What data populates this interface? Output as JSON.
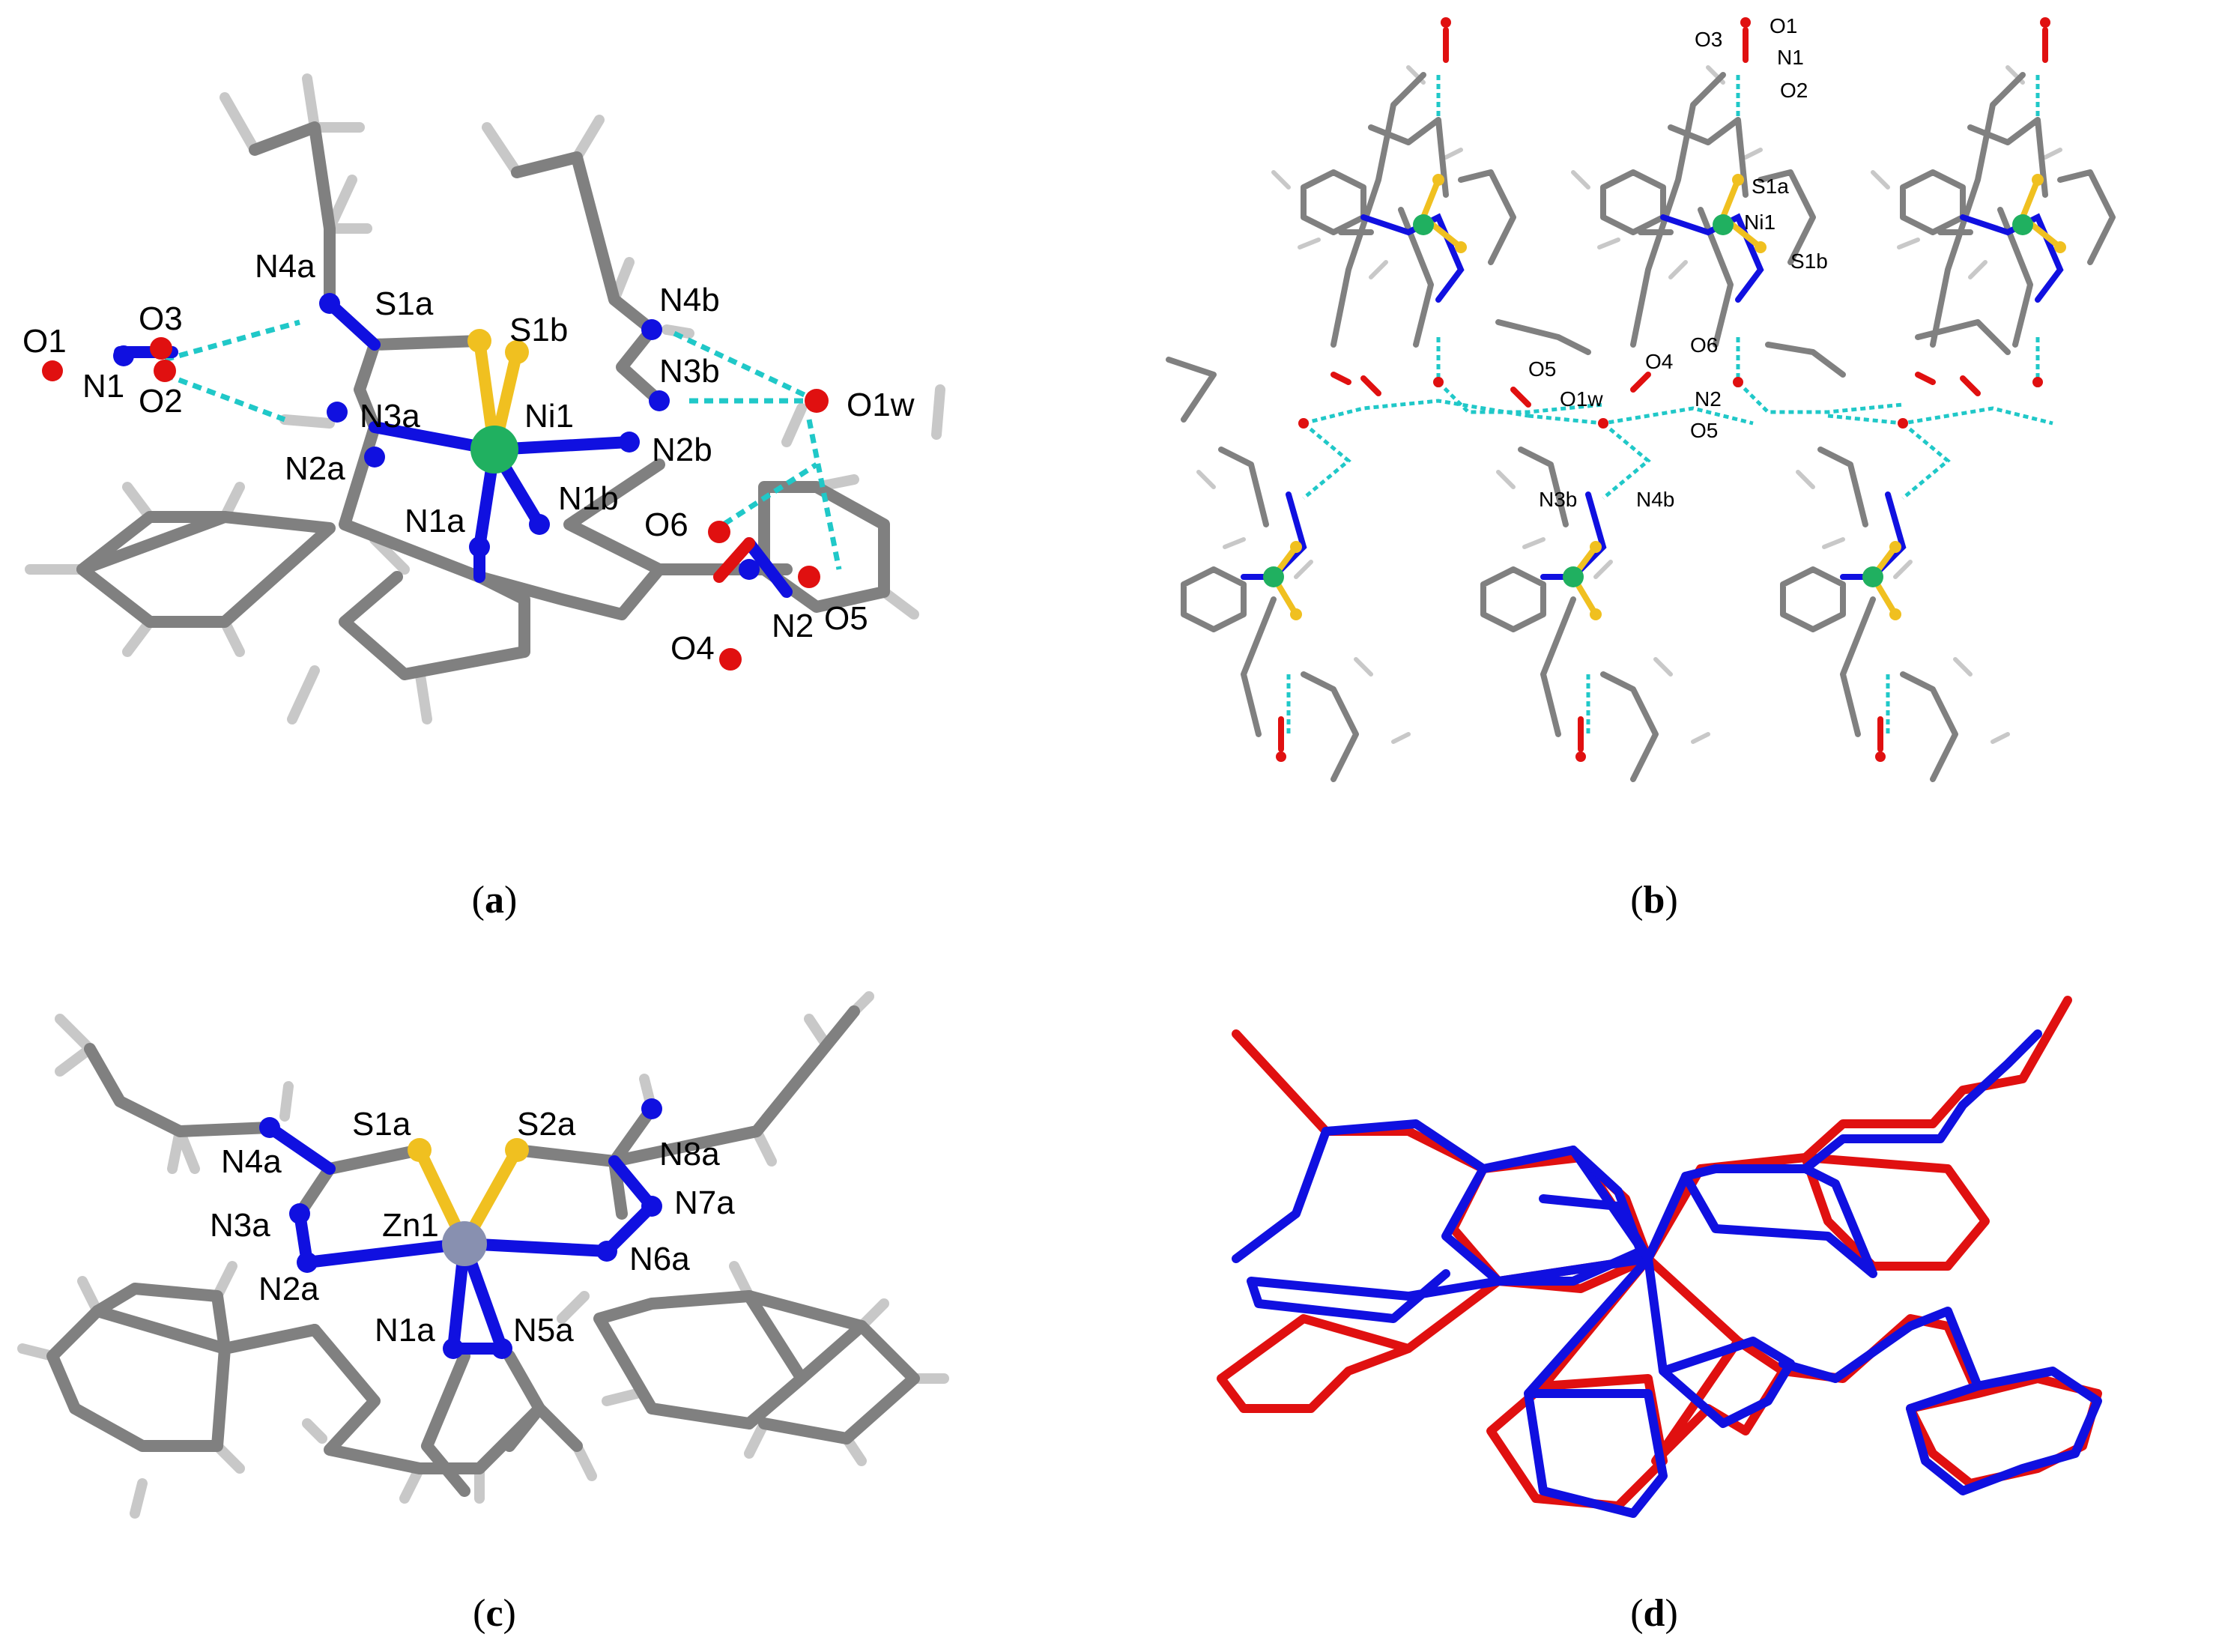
{
  "colors": {
    "carbon_bond": "#808080",
    "hydrogen": "#c8c8c8",
    "nitrogen": "#1010e0",
    "oxygen": "#e01010",
    "sulfur": "#f0c020",
    "nickel": "#20b060",
    "zinc": "#8890b0",
    "hbond": "#20c8c8",
    "overlay_blue": "#1010e0",
    "overlay_red": "#e01010"
  },
  "panels": {
    "a": {
      "caption_letter": "a",
      "labels": [
        "O1",
        "O3",
        "N1",
        "O2",
        "N4a",
        "S1a",
        "S1b",
        "N4b",
        "N3a",
        "Ni1",
        "N3b",
        "O1w",
        "N2a",
        "N2b",
        "N1a",
        "N1b",
        "O6",
        "N2",
        "O5",
        "O4"
      ]
    },
    "b": {
      "caption_letter": "b",
      "labels": [
        "O3",
        "O1",
        "N1",
        "O2",
        "S1a",
        "Ni1",
        "S1b",
        "O5",
        "O4",
        "O6",
        "O1w",
        "N2",
        "O5",
        "N3b",
        "N4b"
      ]
    },
    "c": {
      "caption_letter": "c",
      "labels": [
        "S1a",
        "S2a",
        "N4a",
        "N8a",
        "N3a",
        "Zn1",
        "N7a",
        "N2a",
        "N6a",
        "N1a",
        "N5a"
      ]
    },
    "d": {
      "caption_letter": "d"
    }
  }
}
